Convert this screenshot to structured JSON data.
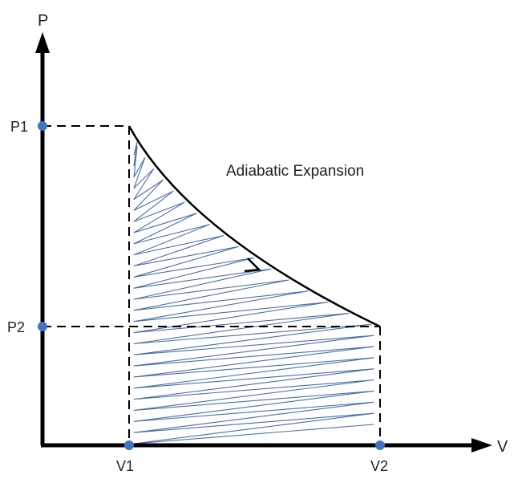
{
  "diagram": {
    "axes": {
      "y_label": "P",
      "x_label": "V"
    },
    "ticks": {
      "p1": "P1",
      "p2": "P2",
      "v1": "V1",
      "v2": "V2"
    },
    "annotation": "Adiabatic Expansion",
    "colors": {
      "axis": "#000000",
      "curve": "#000000",
      "dashed": "#000000",
      "point_marker": "#4472C4",
      "hatch": "#4A6FA5"
    }
  }
}
